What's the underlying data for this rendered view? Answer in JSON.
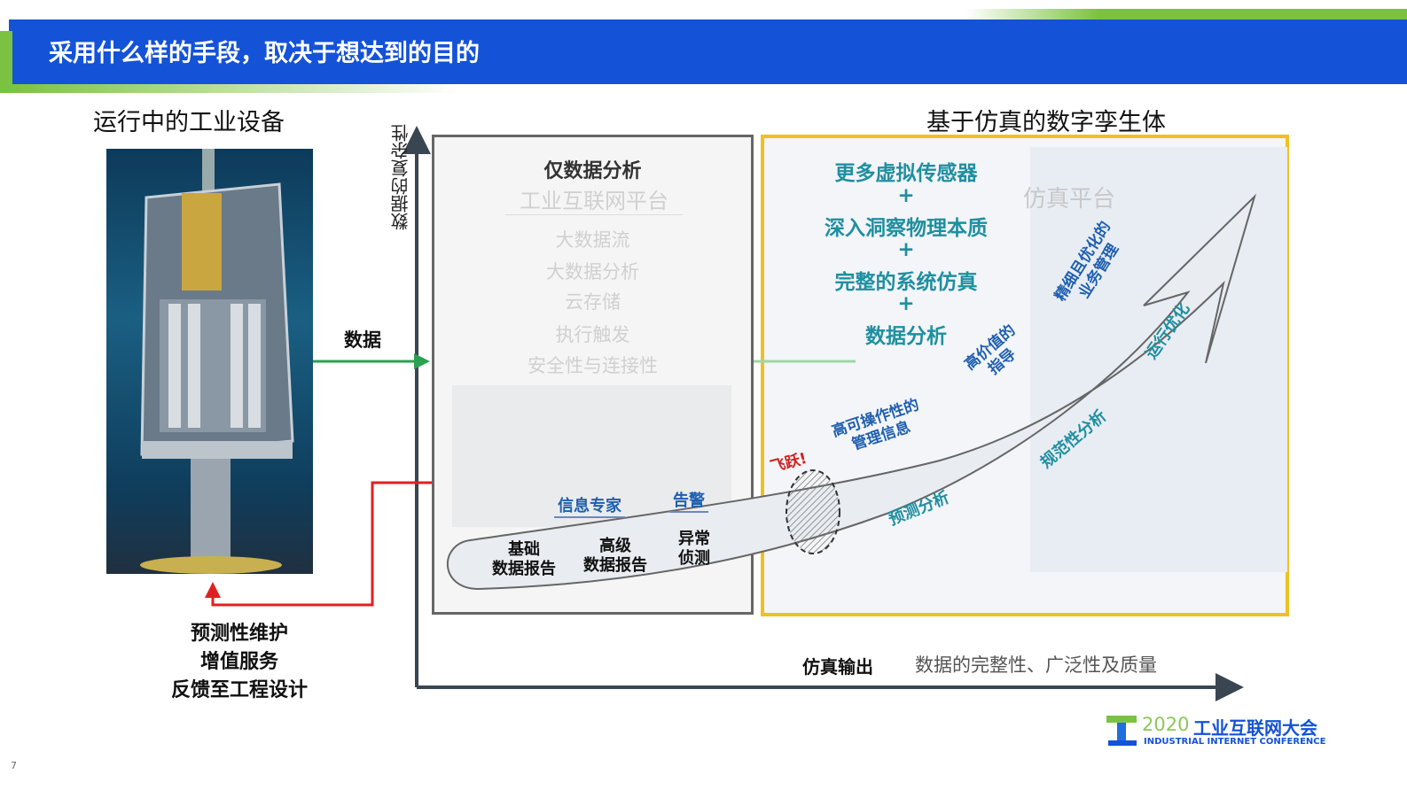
{
  "header": {
    "title": "采用什么样的手段，取决于想达到的目的"
  },
  "left": {
    "heading": "运行中的工业设备",
    "data_label": "数据",
    "feedback": [
      "预测性维护",
      "增值服务",
      "反馈至工程设计"
    ]
  },
  "axes": {
    "y_label": "数据的复杂性",
    "x_label_bold": "仿真输出",
    "x_label": "数据的完整性、广泛性及质量"
  },
  "middle": {
    "title": "仅数据分析",
    "platform": "工业互联网平台",
    "items": [
      "大数据流",
      "大数据分析",
      "云存储",
      "执行触发",
      "安全性与连接性"
    ]
  },
  "right": {
    "heading": "基于仿真的数字孪生体",
    "platform": "仿真平台",
    "lines": [
      "更多虚拟传感器",
      "+",
      "深入洞察物理本质",
      "+",
      "完整的系统仿真",
      "+",
      "数据分析"
    ]
  },
  "curve": {
    "stages": [
      "基础\n数据报告",
      "高级\n数据报告",
      "异常\n侦测"
    ],
    "brace_labels": [
      "信息专家",
      "告警"
    ],
    "leap": "飞跃!",
    "arrow_labels": [
      "预测分析",
      "规范性分析",
      "运行优化"
    ],
    "upper_labels": [
      "高可操作性的\n管理信息",
      "高价值的\n指导",
      "精细且优化的\n业务管理"
    ]
  },
  "logo": {
    "year": "2020",
    "cn": "工业互联网大会",
    "en": "INDUSTRIAL INTERNET CONFERENCE"
  },
  "page_number": "7",
  "colors": {
    "title_bar": "#1452d8",
    "accent_green": "#7cc242",
    "box_yellow": "#f0c020",
    "teal_text": "#1f8fa0",
    "feedback_red": "#e02020",
    "data_green": "#2aa050"
  }
}
